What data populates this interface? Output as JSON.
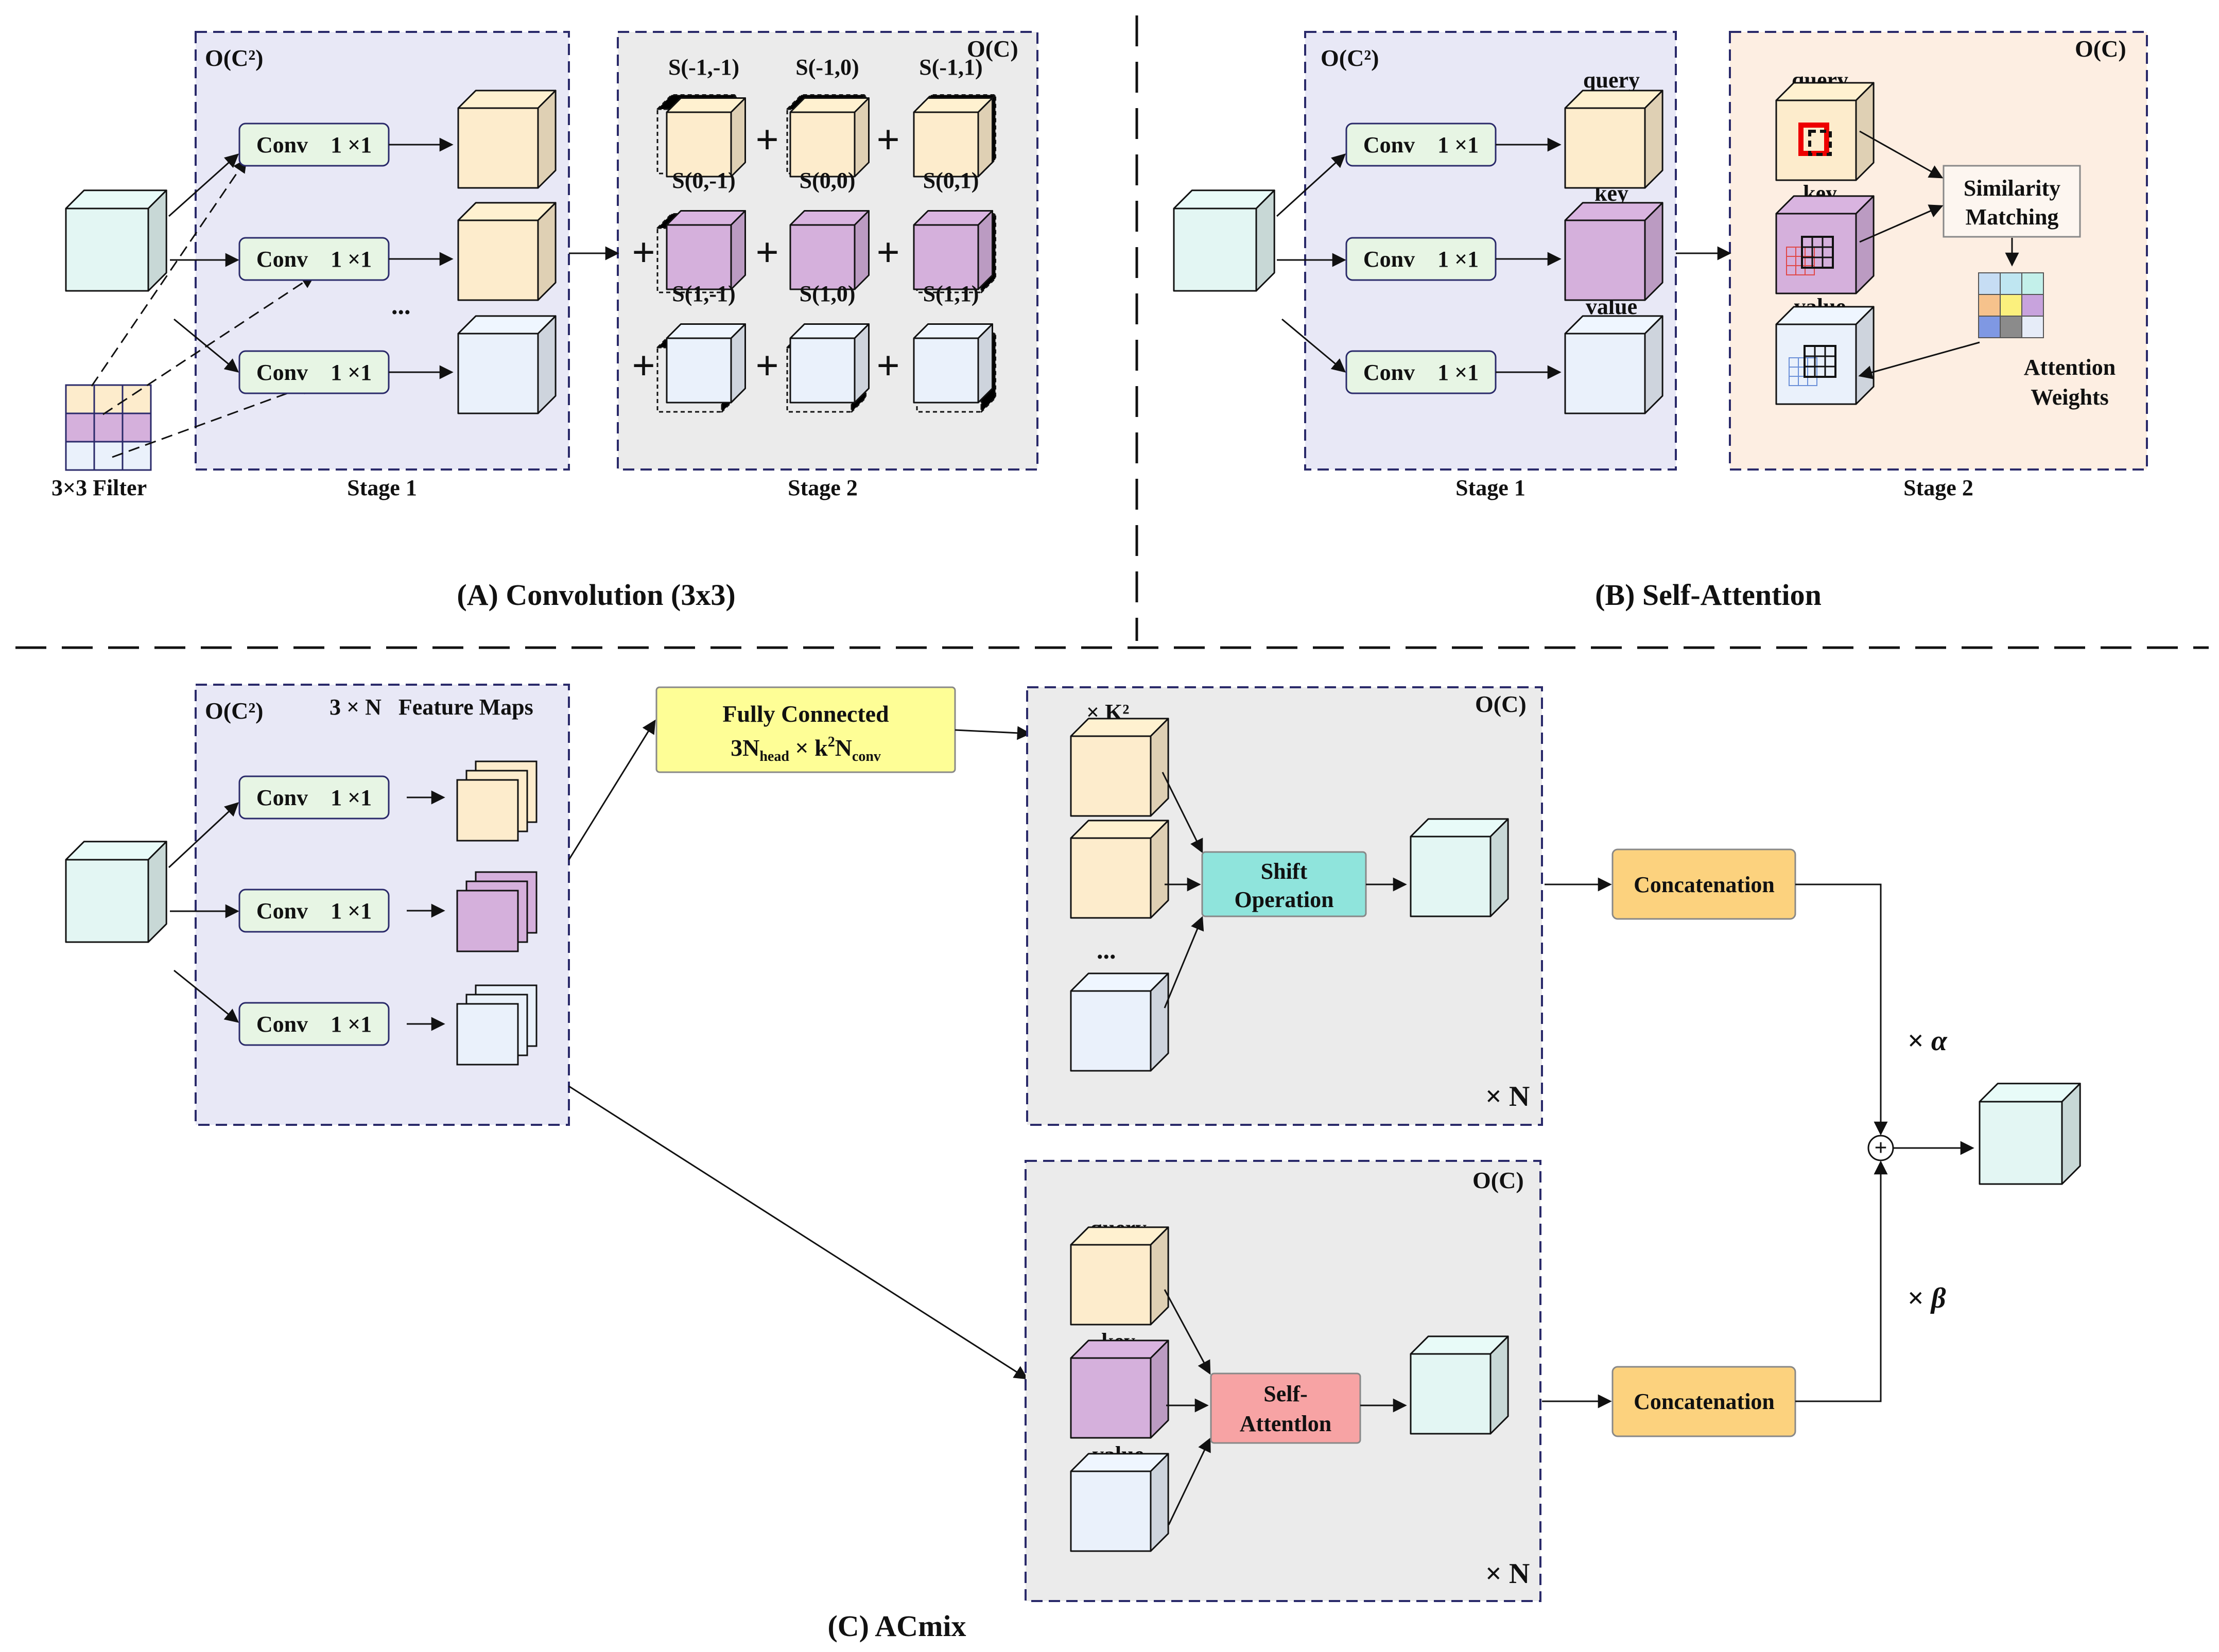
{
  "panel_a": {
    "caption": "(A) Convolution (3x3)",
    "stage1": {
      "complexity": "O(C²)",
      "label": "Stage 1",
      "conv": [
        "Conv    1 ×1",
        "Conv    1 ×1",
        "Conv    1 ×1"
      ],
      "ellipsis": "..."
    },
    "stage2": {
      "complexity": "O(C)",
      "label": "Stage 2",
      "shifts": [
        "S(-1,-1)",
        "S(-1,0)",
        "S(-1,1)",
        "S(0,-1)",
        "S(0,0)",
        "S(0,1)",
        "S(1,-1)",
        "S(1,0)",
        "S(1,1)"
      ],
      "plus": "+"
    },
    "filter_label": "3×3  Filter"
  },
  "panel_b": {
    "caption": "(B) Self-Attention",
    "stage1": {
      "complexity": "O(C²)",
      "label": "Stage 1",
      "conv": [
        "Conv    1 ×1",
        "Conv    1 ×1",
        "Conv    1 ×1"
      ],
      "outputs": [
        "query",
        "key",
        "value"
      ]
    },
    "stage2": {
      "complexity": "O(C)",
      "label": "Stage 2",
      "inputs": [
        "query",
        "key",
        "value"
      ],
      "similarity": [
        "Similarity",
        "Matching"
      ],
      "weights": [
        "Attention",
        "Weights"
      ]
    }
  },
  "panel_c": {
    "caption": "(C) ACmix",
    "stage1": {
      "complexity": "O(C²)",
      "feature_maps": "3 × N   Feature Maps",
      "conv": [
        "Conv    1 ×1",
        "Conv    1 ×1",
        "Conv    1 ×1"
      ]
    },
    "fc": {
      "line1": "Fully Connected",
      "line2_prefix": "3N",
      "line2_sub1": "head",
      "line2_mid": " × k",
      "line2_sup": "2",
      "line2_end": "N",
      "line2_sub2": "conv"
    },
    "shift_branch": {
      "complexity": "O(C)",
      "multiplier": "× K²",
      "op": [
        "Shift",
        "Operation"
      ],
      "ellipsis": "...",
      "repeat": "× N"
    },
    "attn_branch": {
      "complexity": "O(C)",
      "inputs": [
        "query",
        "key",
        "value"
      ],
      "op": [
        "Self-",
        "Attentlon"
      ],
      "repeat": "× N"
    },
    "concat": "Concatenation",
    "alpha": "× α",
    "beta": "× β",
    "sum_symbol": "+"
  },
  "colors": {
    "stage1_fill": "#e8e8f6",
    "stage2_grey": "#ebebeb",
    "stage2_peach": "#fdeee2",
    "box_border": "#2a2a6a",
    "conv_fill": "#e7f5e4",
    "cube_teal": "#e3f6f3",
    "cube_peach": "#fdeccc",
    "cube_purple": "#d5b0dc",
    "cube_blue": "#eaf1fb",
    "fc_fill": "#fefe96",
    "shift_fill": "#8fe4dc",
    "selfattn_fill": "#f7a3a4",
    "concat_fill": "#fcd27e"
  }
}
